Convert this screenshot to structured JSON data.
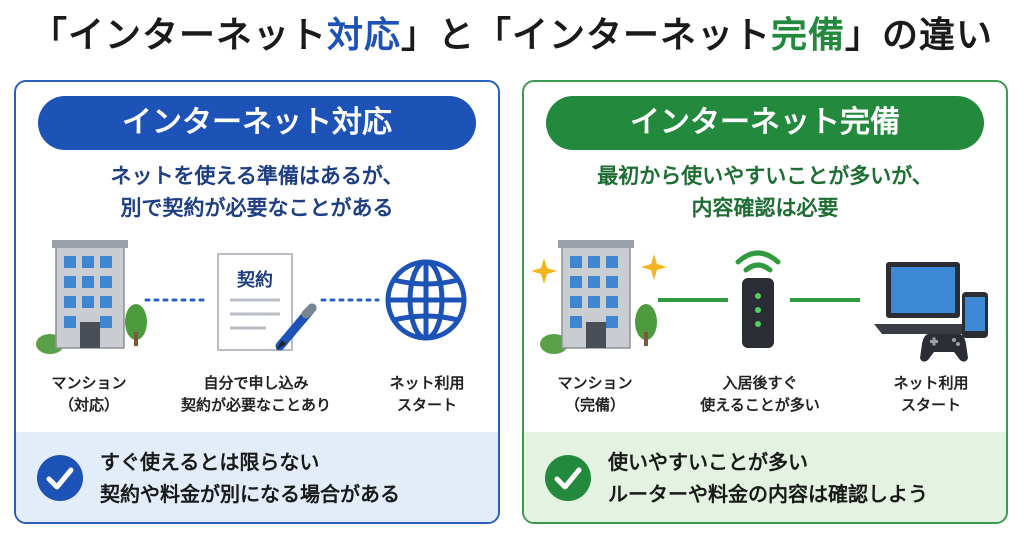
{
  "title": {
    "part1": "「インターネット",
    "part2": "対応",
    "part3": "」と「インターネット",
    "part4": "完備",
    "part5": "」の違い"
  },
  "left": {
    "header": "インターネット対応",
    "lead_lines": [
      "ネットを使える準備はあるが、",
      "別で契約が必要なことがある"
    ],
    "doc_label": "契約",
    "steps": [
      {
        "lines": [
          "マンション",
          "（対応）"
        ]
      },
      {
        "lines": [
          "自分で申し込み",
          "契約が必要なことあり"
        ]
      },
      {
        "lines": [
          "ネット利用",
          "スタート"
        ]
      }
    ],
    "bottom_lines": [
      "すぐ使えるとは限らない",
      "契約や料金が別になる場合がある"
    ]
  },
  "right": {
    "header": "インターネット完備",
    "lead_lines": [
      "最初から使いやすいことが多いが、",
      "内容確認は必要"
    ],
    "steps": [
      {
        "lines": [
          "マンション",
          "（完備）"
        ]
      },
      {
        "lines": [
          "入居後すぐ",
          "使えることが多い"
        ]
      },
      {
        "lines": [
          "ネット利用",
          "スタート"
        ]
      }
    ],
    "bottom_lines": [
      "使いやすいことが多い",
      "ルーターや料金の内容は確認しよう"
    ]
  },
  "colors": {
    "blue": "#1d53b7",
    "green": "#238a3d",
    "blue_bg": "#e3edf9",
    "green_bg": "#e4f2e2"
  },
  "icons": {
    "building": "building-icon",
    "contract": "contract-document-icon",
    "pen": "pen-icon",
    "globe": "globe-icon",
    "router": "wifi-router-icon",
    "laptop": "laptop-icon",
    "phone": "smartphone-icon",
    "gamepad": "gamepad-icon",
    "check": "check-circle-icon",
    "sparkle": "sparkle-icon"
  }
}
